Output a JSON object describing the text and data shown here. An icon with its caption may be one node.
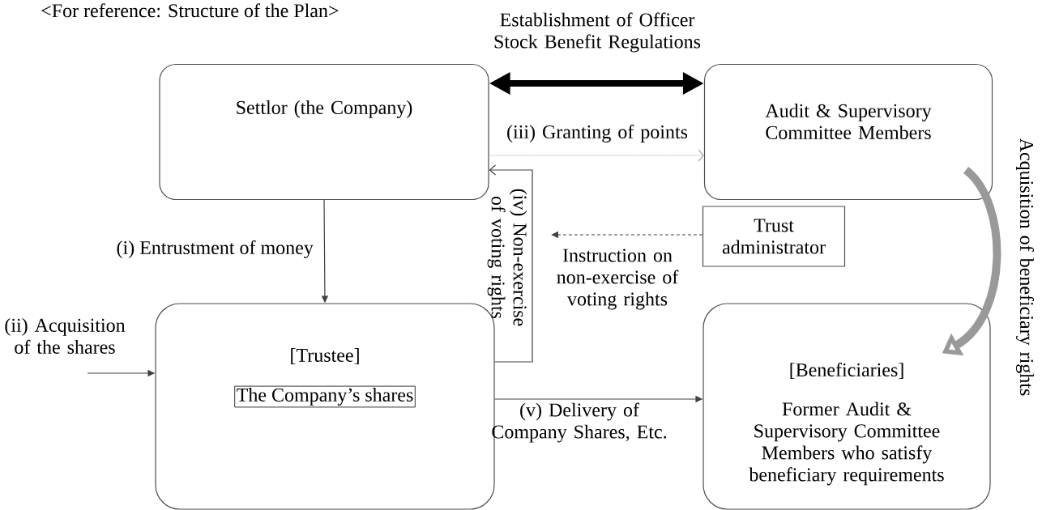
{
  "diagram": {
    "title": "<For reference: Structure of the Plan>",
    "nodes": [
      {
        "text": [
          "Settlor (the Company)"
        ]
      },
      {
        "text": [
          "Audit & Supervisory Committee Members"
        ]
      },
      {
        "text": [
          "Trust administrator"
        ]
      },
      {
        "text": [
          "[Trustee]"
        ]
      },
      {
        "text": [
          "The Company’s shares"
        ],
        "in": 3
      },
      {
        "text": [
          "[Beneficiaries]",
          "Former Audit & Supervisory Committee Members who satisfy beneficiary requirements"
        ]
      }
    ],
    "edges": [
      {
        "from": 0,
        "to": 1,
        "arrow": "both",
        "style": "thick",
        "label": "Establishment of Officer Stock Benefit Regulations"
      },
      {
        "from": 0,
        "to": 1,
        "arrow": "to",
        "style": "dashed",
        "color": "#aaaaaa",
        "label": "(iii) Granting of points"
      },
      {
        "from": 0,
        "to": 3,
        "arrow": "to",
        "label": "(i) Entrustment of money"
      },
      {
        "from": null,
        "to": 3,
        "arrow": "to",
        "label": "(ii) Acquisition of the shares"
      },
      {
        "from": 3,
        "to": 0,
        "arrow": "to",
        "label": "(iv) Non-exercise of voting rights"
      },
      {
        "from": 2,
        "to": null,
        "arrow": "to",
        "style": "dashed",
        "label": "Instruction on non-exercise of voting rights"
      },
      {
        "from": 3,
        "to": 5,
        "arrow": "to",
        "label": "(v) Delivery of Company Shares, Etc."
      },
      {
        "from": 1,
        "to": 5,
        "arrow": "to",
        "style": "thick",
        "color": "#999999",
        "label": "Acquisition of beneficiary rights"
      }
    ]
  }
}
